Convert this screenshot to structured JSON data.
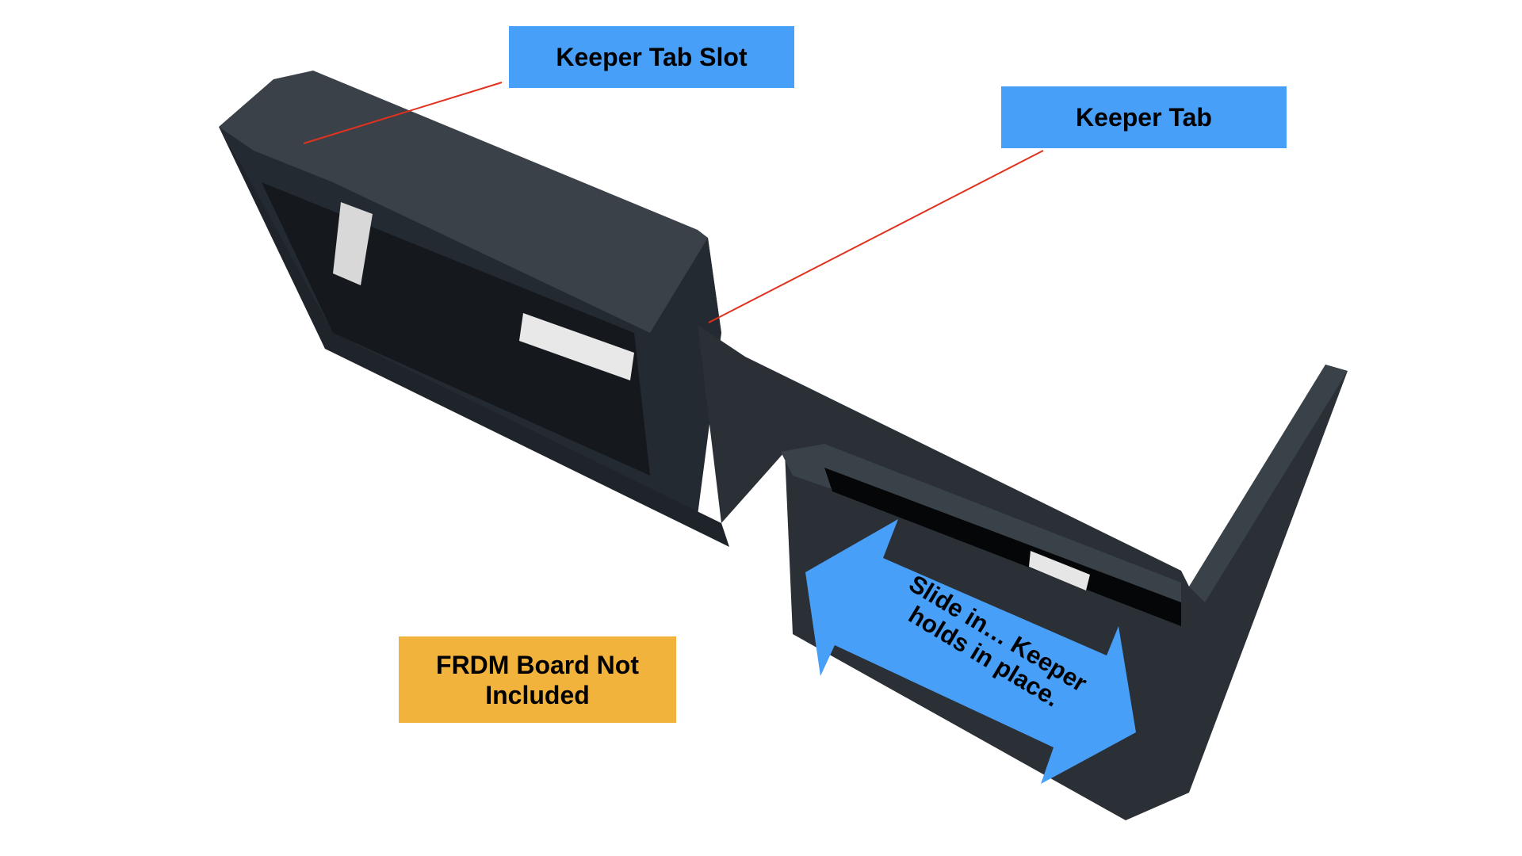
{
  "callouts": {
    "keeper_tab_slot": "Keeper Tab Slot",
    "keeper_tab": "Keeper Tab",
    "frdm_note": "FRDM Board Not Included",
    "slide_instruction": "Slide in… Keeper holds in place."
  },
  "colors": {
    "callout_blue": "#479ff8",
    "callout_orange": "#f2b33d",
    "leader_line": "#e0321e",
    "enclosure": "#2a3036"
  }
}
